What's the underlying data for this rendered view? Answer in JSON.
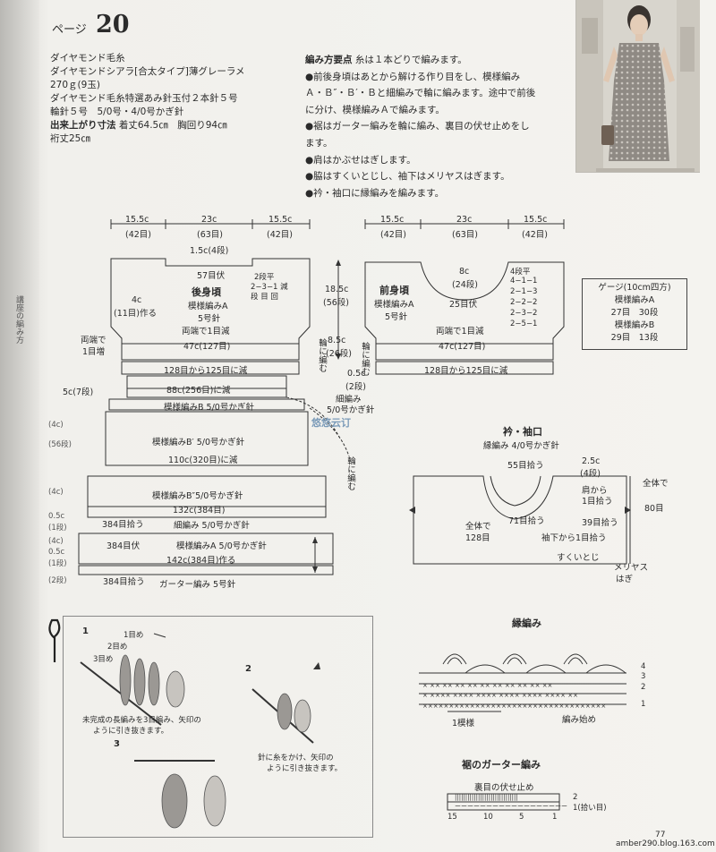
{
  "header": {
    "prefix": "ページ",
    "number": "20"
  },
  "materials": {
    "yarn": "ダイヤモンド毛糸",
    "yarn_name": "ダイヤモンドシアラ[合太タイプ]薄グレーラメ",
    "yarn_amount": "270ｇ(9玉)",
    "needles": "ダイヤモンド毛糸特選あみ針玉付２本針５号",
    "needles2": "輪針５号　5/0号・4/0号かぎ針",
    "size_label": "出来上がり寸法",
    "size_value": "着丈64.5㎝　胸回り94㎝",
    "extra": "裄丈25㎝"
  },
  "points": {
    "title": "編み方要点",
    "title_suffix": "糸は１本どりで編みます。",
    "items": [
      "●前後身頃はあとから解ける作り目をし、模様編み",
      "Ａ・Ｂ″・Ｂ′・Ｂと細編みで輪に編みます。途中で前後",
      "に分け、模様編みＡで編みます。",
      "●裾はガーター編みを輪に編み、裏目の伏せ止めをし",
      "ます。",
      "●肩はかぶせはぎします。",
      "●脇はすくいとじし、袖下はメリヤスはぎます。",
      "●衿・袖口に縁編みを編みます。"
    ]
  },
  "side_text": "講座の編み方",
  "back_body": {
    "top_left": "15.5c",
    "top_left_sts": "(42目)",
    "top_mid": "23c",
    "top_mid_sts": "(63目)",
    "top_right": "15.5c",
    "top_right_sts": "(42目)",
    "neck_depth": "1.5c(4段)",
    "neck_bind": "57目伏",
    "neck_dec1": "2段平",
    "neck_dec2": "2−3−1 減",
    "neck_dec3": "段 目 回",
    "title": "後身頃",
    "pattern": "模様編みA",
    "needle": "5号針",
    "armhole": "4c",
    "armhole_rows": "(11目)作る",
    "dec_both": "両端で1目減",
    "width": "47c(127目)",
    "inc_both1": "両端で",
    "inc_both2": "1目増"
  },
  "front_body": {
    "top_left": "15.5c",
    "top_left_sts": "(42目)",
    "top_mid": "23c",
    "top_mid_sts": "(63目)",
    "top_right": "15.5c",
    "top_right_sts": "(42目)",
    "neck": "8c",
    "neck_rows": "(24段)",
    "neck_bind": "25目伏",
    "dec1": "4段平",
    "dec2": "4−1−1",
    "dec3": "2−1−3",
    "dec4": "2−2−2",
    "dec5": "2−3−2",
    "dec6": "2−5−1",
    "title": "前身頃",
    "pattern": "模様編みA",
    "needle": "5号針",
    "dec_both": "両端で1目減",
    "width": "47c(127目)"
  },
  "middle": {
    "depth": "18.5c",
    "depth_rows": "(56段)",
    "armhole_depth": "8.5c",
    "armhole_rows": "(26段)",
    "gap": "0.5c",
    "gap_rows": "(2段)",
    "round1": "輪に編む",
    "round2": "輪に編む",
    "round3": "輪に編む",
    "dec_back": "128目から125目に減",
    "dec_front": "128目から125目に減",
    "crochet": "細編み",
    "crochet_hook": "5/0号かぎ針",
    "left_side": "5c(7段)"
  },
  "skirt": {
    "band1": "88c(256目)に減",
    "band1_pattern": "模様編みB 5/0号かぎ針",
    "band2_pattern": "模様編みB′ 5/0号かぎ針",
    "band2": "110c(320目)に減",
    "band3_pattern": "模様編みB″5/0号かぎ針",
    "band3": "132c(384目)",
    "pickup1": "384目拾う",
    "sc_band": "細編み 5/0号かぎ針",
    "bind": "384目伏",
    "band4_pattern": "模様編みA 5/0号かぎ針",
    "band4": "142c(384目)作る",
    "pickup2": "384目拾う",
    "garter": "ガーター編み 5号針",
    "left_marks": [
      "(4c)",
      "(56段)",
      "(4c)",
      "0.5c",
      "(1段)",
      "(4c)",
      "0.5c",
      "(1段)",
      "(2段)"
    ]
  },
  "collar": {
    "title": "衿・袖口",
    "subtitle": "縁編み 4/0号かぎ針",
    "pickup55": "55目拾う",
    "edge_width": "2.5c",
    "edge_rows": "(4段)",
    "shoulder": "肩から",
    "shoulder2": "1目拾う",
    "pickup71": "71目拾う",
    "total128a": "全体で",
    "total128b": "128目",
    "pickup39": "39目拾う",
    "from_underarm": "袖下から1目拾う",
    "scoop": "すくいとじ",
    "total80a": "全体で",
    "total80b": "80目",
    "stockinette": "メリヤス",
    "hagi": "はぎ"
  },
  "gauge": {
    "title": "ゲージ(10cm四方)",
    "a": "模様編みA",
    "a_vals": "27目　30段",
    "b": "模様編みB",
    "b_vals": "29目　13段"
  },
  "edging": {
    "title": "縁編み",
    "repeat": "1模様",
    "start": "編み始め",
    "rows": [
      "4",
      "3",
      "2",
      "1"
    ]
  },
  "garter_chart": {
    "title": "裾のガーター編み",
    "bindoff": "裏目の伏せ止め",
    "row2": "2",
    "row1": "1(拾い目)",
    "cols": [
      "15",
      "10",
      "5",
      "1"
    ]
  },
  "technique": {
    "step1": "1",
    "label1": "1目め",
    "label2": "2目め",
    "label3": "3目め",
    "caption1a": "未完成の長編みを3目編み、矢印の",
    "caption1b": "ように引き抜きます。",
    "step2": "2",
    "step3": "3",
    "caption2a": "針に糸をかけ、矢印の",
    "caption2b": "ように引き抜きます。"
  },
  "watermark": "悠悠云订",
  "footer": {
    "page": "77",
    "url": "amber290.blog.163.com"
  }
}
